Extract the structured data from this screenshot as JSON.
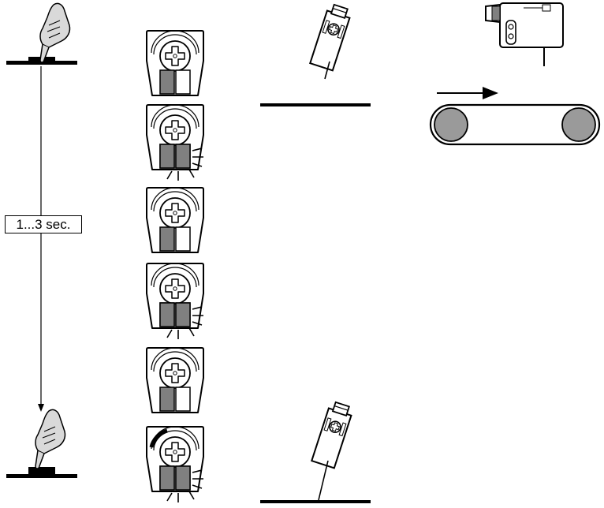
{
  "timeline": {
    "duration_label": "1...3 sec."
  },
  "indicator_states": [
    {
      "step": 1,
      "led_lit": false,
      "lit_segment": false
    },
    {
      "step": 2,
      "led_lit": true,
      "lit_segment": false
    },
    {
      "step": 3,
      "led_lit": false,
      "lit_segment": false
    },
    {
      "step": 4,
      "led_lit": true,
      "lit_segment": false
    },
    {
      "step": 5,
      "led_lit": false,
      "lit_segment": false
    },
    {
      "step": 6,
      "led_lit": true,
      "lit_segment": true
    }
  ],
  "colors": {
    "stroke": "#000000",
    "hand_fill": "#d9d9d9",
    "led_fill": "#808080",
    "roller_fill": "#9a9a9a"
  }
}
